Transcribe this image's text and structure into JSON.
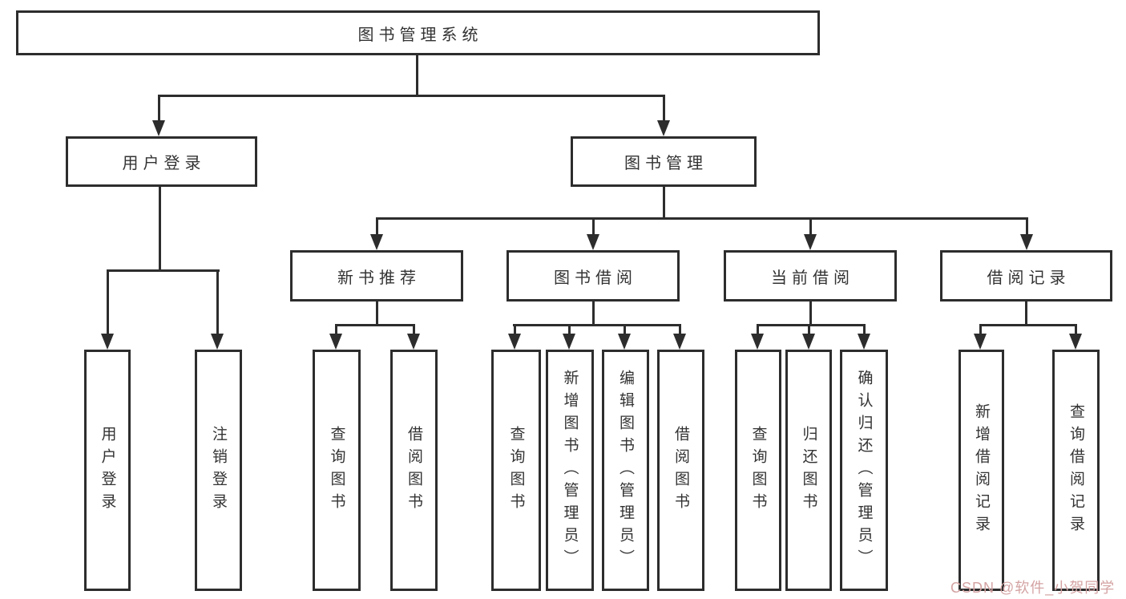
{
  "diagram": {
    "title": "图书管理系统",
    "children": [
      {
        "label": "用户登录",
        "children": [
          {
            "label": "用户登录"
          },
          {
            "label": "注销登录"
          }
        ]
      },
      {
        "label": "图书管理",
        "children": [
          {
            "label": "新书推荐",
            "children": [
              {
                "label": "查询图书"
              },
              {
                "label": "借阅图书"
              }
            ]
          },
          {
            "label": "图书借阅",
            "children": [
              {
                "label": "查询图书"
              },
              {
                "label": "新增图书（管理员）"
              },
              {
                "label": "编辑图书（管理员）"
              },
              {
                "label": "借阅图书"
              }
            ]
          },
          {
            "label": "当前借阅",
            "children": [
              {
                "label": "查询图书"
              },
              {
                "label": "归还图书"
              },
              {
                "label": "确认归还（管理员）"
              }
            ]
          },
          {
            "label": "借阅记录",
            "children": [
              {
                "label": "新增借阅记录"
              },
              {
                "label": "查询借阅记录"
              }
            ]
          }
        ]
      }
    ]
  },
  "watermark": {
    "text": "CSDN @软件_小贺同学"
  },
  "colors": {
    "line": "#2d2d2d",
    "text": "#333333",
    "watermark": "#d4a3a3",
    "background": "#ffffff"
  }
}
